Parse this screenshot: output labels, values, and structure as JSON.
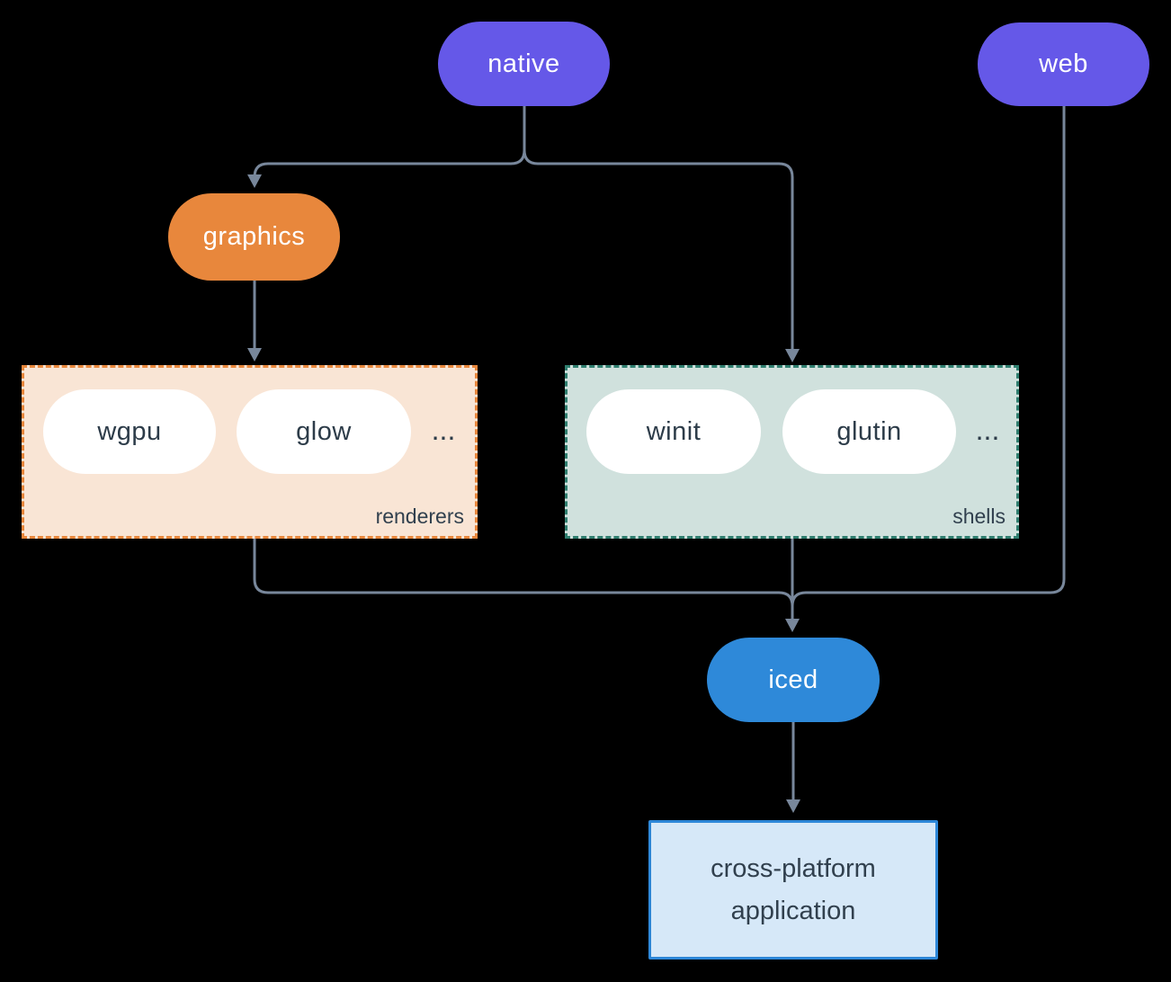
{
  "diagram": {
    "nodes": {
      "native": {
        "label": "native"
      },
      "web": {
        "label": "web"
      },
      "graphics": {
        "label": "graphics"
      },
      "iced": {
        "label": "iced"
      }
    },
    "groups": {
      "renderers": {
        "label": "renderers",
        "items": [
          "wgpu",
          "glow"
        ],
        "ellipsis": "..."
      },
      "shells": {
        "label": "shells",
        "items": [
          "winit",
          "glutin"
        ],
        "ellipsis": "..."
      }
    },
    "application": {
      "label_line1": "cross-platform",
      "label_line2": "application"
    },
    "colors": {
      "node_purple": "#6558e8",
      "node_orange": "#e8873c",
      "node_blue": "#2e89d9",
      "renderers_fill": "#f9e5d5",
      "renderers_border": "#e8873c",
      "shells_fill": "#d0e1dd",
      "shells_border": "#2f7e6f",
      "app_fill": "#d6e8f8",
      "app_border": "#2d87d8",
      "connector": "#78879b",
      "dark_text": "#2d3c49",
      "label_text": "#31404e",
      "light_text": "#ffffff",
      "background": "#000000"
    }
  }
}
